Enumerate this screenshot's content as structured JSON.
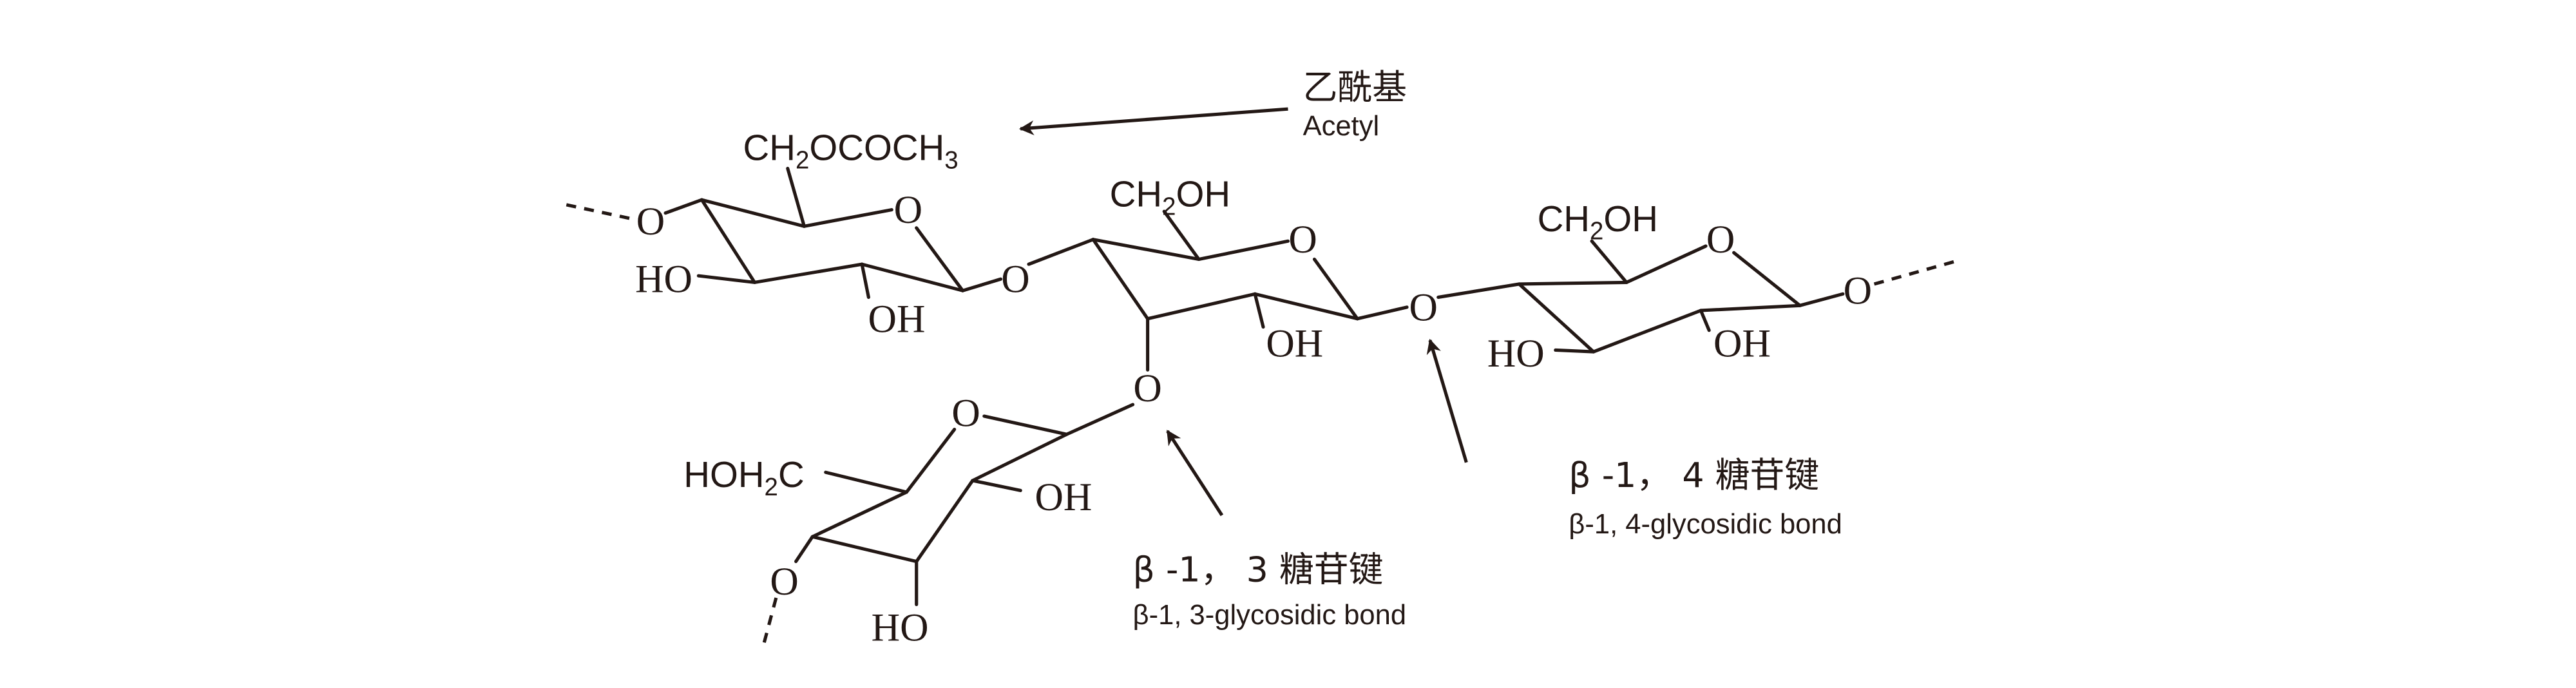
{
  "annotations": {
    "acetyl": {
      "zh": "乙酰基",
      "en": "Acetyl"
    },
    "beta13": {
      "zh": "β -1， 3 糖苷键",
      "en": "β-1, 3-glycosidic bond"
    },
    "beta14": {
      "zh": "β -1， 4 糖苷键",
      "en": "β-1, 4-glycosidic bond"
    }
  },
  "groups": {
    "acetyl_group": {
      "main1": "CH",
      "sub1": "2",
      "main2": "OCOCH",
      "sub2": "3"
    },
    "ch2oh_a": {
      "main1": "CH",
      "sub1": "2",
      "main2": "OH"
    },
    "ch2oh_b": {
      "main1": "CH",
      "sub1": "2",
      "main2": "OH"
    },
    "hoh2c": {
      "main1": "HOH",
      "sub1": "2",
      "main2": "C"
    }
  },
  "atoms": {
    "o": "O",
    "oh": "OH",
    "ho": "HO"
  },
  "colors": {
    "ink": "#231815",
    "background": "#ffffff"
  }
}
